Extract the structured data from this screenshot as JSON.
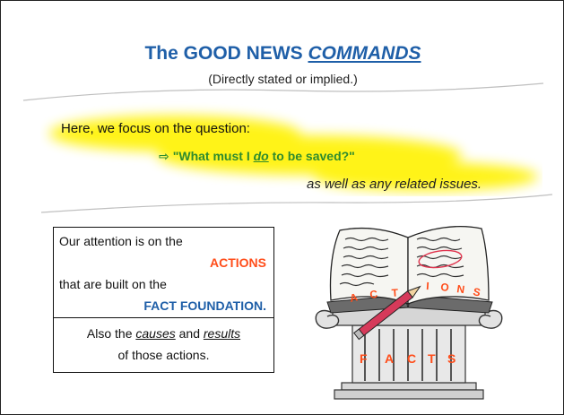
{
  "slide": {
    "title_plain": "The GOOD NEWS ",
    "title_emphasis": "COMMANDS",
    "subtitle": "(Directly stated or implied.)",
    "focus_line": "Here, we focus on the question:",
    "question_arrow": "⇨",
    "question_before": "\"What must I ",
    "question_emphasis": "do",
    "question_after": " to be saved?\"",
    "related": "as well as any related issues."
  },
  "box_actions": {
    "line1": "Our attention is on the",
    "line2": "ACTIONS",
    "line3": "that are built on the",
    "line4": "FACT FOUNDATION."
  },
  "box_causes": {
    "part1": "Also the ",
    "causes": "causes",
    "part2": " and ",
    "results": "results",
    "line2": "of those actions."
  },
  "illustration": {
    "actions_letters": [
      "A",
      "C",
      "T",
      "I",
      "O",
      "N",
      "S"
    ],
    "facts_letters": [
      "F",
      "A",
      "C",
      "T",
      "S"
    ]
  },
  "colors": {
    "title": "#1f5fa8",
    "question": "#2e8b2e",
    "actions": "#ff4d1a",
    "fact_foundation": "#1f5fa8",
    "highlight": "#fff200"
  }
}
